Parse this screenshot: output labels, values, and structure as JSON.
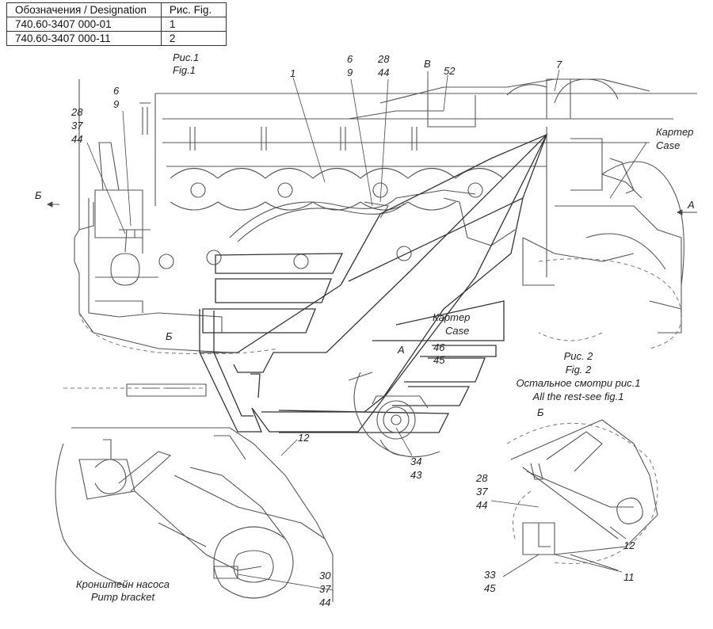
{
  "table": {
    "header": [
      "Обозначения / Designation",
      "Рис. Fig."
    ],
    "rows": [
      [
        "740.60-3407 000-01",
        "1"
      ],
      [
        "740.60-3407 000-11",
        "2"
      ]
    ]
  },
  "fig1": {
    "ru": "Рис.1",
    "en": "Fig.1"
  },
  "fig2": {
    "ru": "Рис. 2",
    "en": "Fig. 2",
    "rest_ru": "Остальное смотри рис.1",
    "rest_en": "All the rest-see fig.1"
  },
  "pump_bracket": {
    "ru": "Кронштейн насоса",
    "en": "Pump bracket"
  },
  "case_upper": {
    "ru": "Картер",
    "en": "Case"
  },
  "case_inset": {
    "ru": "Картер",
    "en": "Case"
  },
  "views": {
    "b_left": "Б",
    "b_lower": "Б",
    "b_fig2": "Б",
    "a_right": "A",
    "a_inset": "A",
    "v_top": "В"
  },
  "callouts": {
    "c1": "1",
    "c6a": "6",
    "c9a": "9",
    "c28a": "28",
    "c44a": "44",
    "c52": "52",
    "c7": "7",
    "c6b": "6",
    "c9b": "9",
    "c28b": "28",
    "c37b": "37",
    "c44b": "44",
    "c46": "46",
    "c45a": "45",
    "c12a": "12",
    "c34": "34",
    "c43": "43",
    "c30": "30",
    "c37c": "37",
    "c44c": "44",
    "c28c": "28",
    "c37d": "37",
    "c44d": "44",
    "c12b": "12",
    "c11": "11",
    "c33": "33",
    "c45b": "45"
  }
}
